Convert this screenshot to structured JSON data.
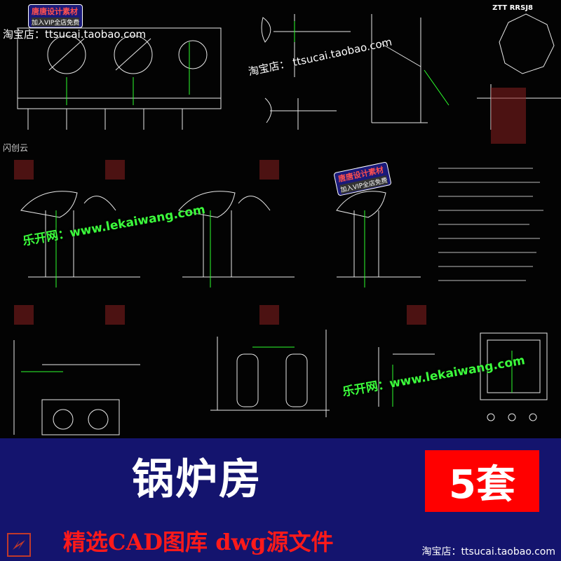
{
  "drawing": {
    "code_tag": "ZTT RRSJ8"
  },
  "watermarks": {
    "shop_text": "淘宝店：ttsucai.taobao.com",
    "shop_text_2": "淘宝店： ttsucai.taobao.com",
    "site_text": "乐开网：www.lekaiwang.com",
    "badge_title": "唐唐设计素材",
    "badge_sub": "加入VIP全店免费",
    "brand_small": "闪创云"
  },
  "banner": {
    "title": "锅炉房",
    "count": "5套",
    "subtitle": "精选CAD图库  dwg源文件",
    "shop_bottom": "淘宝店：ttsucai.taobao.com"
  },
  "colors": {
    "banner_bg": "#14146e",
    "count_bg": "#ff0000",
    "subtitle": "#ff1a1a",
    "cad_line": "#ffffff",
    "cad_green": "#3cff3c"
  }
}
